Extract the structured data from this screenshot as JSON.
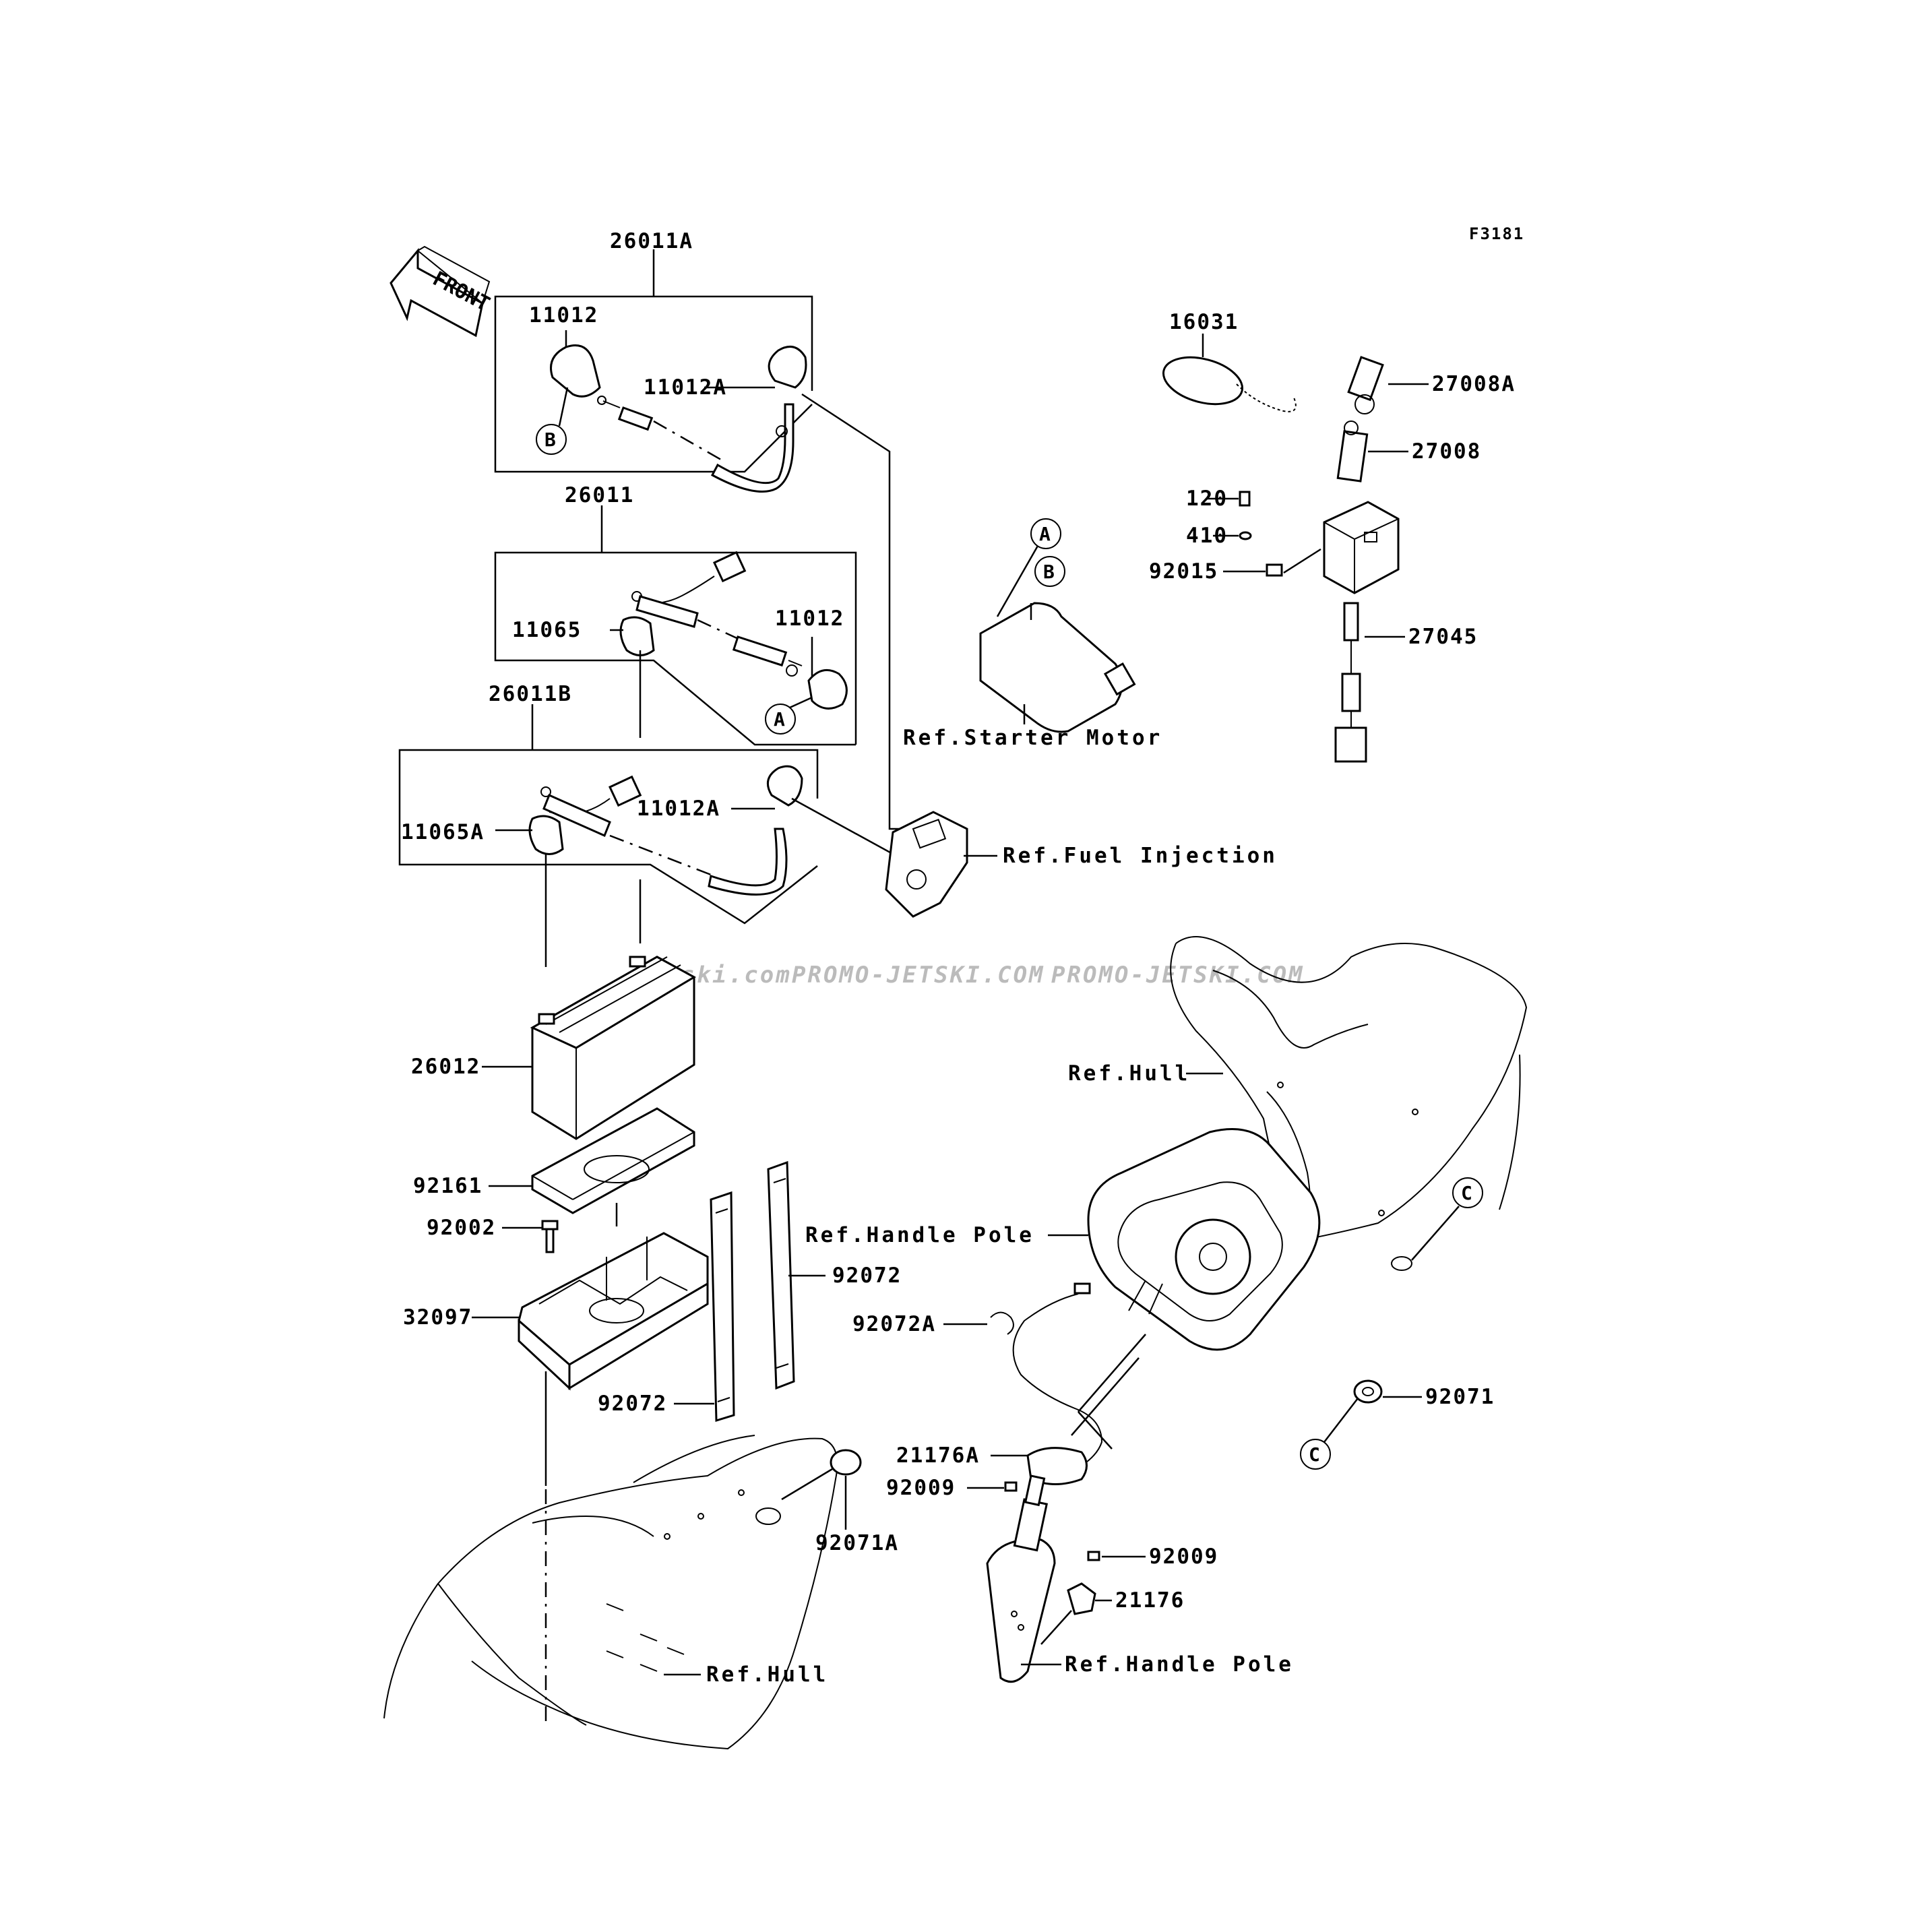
{
  "diagram_code": "F3181",
  "front_label": "FRONT",
  "watermark": [
    "jetski.com",
    "PROMO-JETSKI.COM",
    "PROMO-JETSKI.COM"
  ],
  "labels": {
    "l_26011A": "26011A",
    "l_11012_top": "11012",
    "l_11012A_top": "11012A",
    "l_26011": "26011",
    "l_11065": "11065",
    "l_11012_mid": "11012",
    "l_26011B": "26011B",
    "l_11065A": "11065A",
    "l_11012A_bot": "11012A",
    "l_26012": "26012",
    "l_92161": "92161",
    "l_92002": "92002",
    "l_32097": "32097",
    "l_92072_right": "92072",
    "l_92072_bot": "92072",
    "l_92071A": "92071A",
    "l_16031": "16031",
    "l_27008A": "27008A",
    "l_27008": "27008",
    "l_120": "120",
    "l_410": "410",
    "l_92015": "92015",
    "l_27045": "27045",
    "l_92072A": "92072A",
    "l_21176A": "21176A",
    "l_92009_a": "92009",
    "l_92009_b": "92009",
    "l_21176": "21176",
    "l_92071": "92071"
  },
  "refs": {
    "starter_motor": "Ref.Starter Motor",
    "fuel_injection": "Ref.Fuel Injection",
    "hull_upper": "Ref.Hull",
    "handle_pole_upper": "Ref.Handle Pole",
    "hull_lower": "Ref.Hull",
    "handle_pole_lower": "Ref.Handle Pole"
  },
  "markers": {
    "b_top": "B",
    "a_mid": "A",
    "a_starter": "A",
    "b_starter": "B",
    "c_hull": "C",
    "c_bottom": "C"
  }
}
